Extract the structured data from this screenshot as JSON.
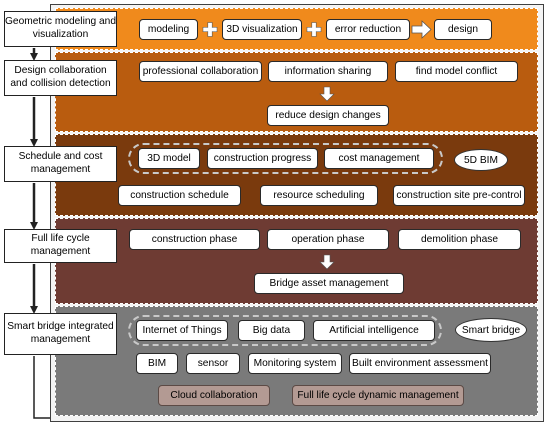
{
  "stages": [
    {
      "label": "Geometric modeling and visualization"
    },
    {
      "label": "Design collaboration and collision detection"
    },
    {
      "label": "Schedule and cost management"
    },
    {
      "label": "Full life cycle management"
    },
    {
      "label": "Smart bridge integrated management"
    }
  ],
  "band1": {
    "items": [
      "modeling",
      "3D visualization",
      "error reduction",
      "design"
    ],
    "color": "#f08a1c"
  },
  "band2": {
    "items": [
      "professional collaboration",
      "information sharing",
      "find model conflict"
    ],
    "result": "reduce design changes",
    "color": "#b95c0f"
  },
  "band3": {
    "grouped": [
      "3D model",
      "construction progress",
      "cost management"
    ],
    "oval": "5D BIM",
    "items": [
      "construction schedule",
      "resource scheduling",
      "construction site pre-control"
    ],
    "color": "#7a3a0d"
  },
  "band4": {
    "items": [
      "construction phase",
      "operation phase",
      "demolition phase"
    ],
    "result": "Bridge asset management",
    "color": "#6e3b33"
  },
  "band5": {
    "grouped": [
      "Internet of Things",
      "Big data",
      "Artificial intelligence"
    ],
    "oval": "Smart bridge",
    "items": [
      "BIM",
      "sensor",
      "Monitoring system",
      "Built environment assessment"
    ],
    "grey_items": [
      "Cloud collaboration",
      "Full life cycle dynamic management"
    ],
    "color": "#7a7a7a"
  }
}
